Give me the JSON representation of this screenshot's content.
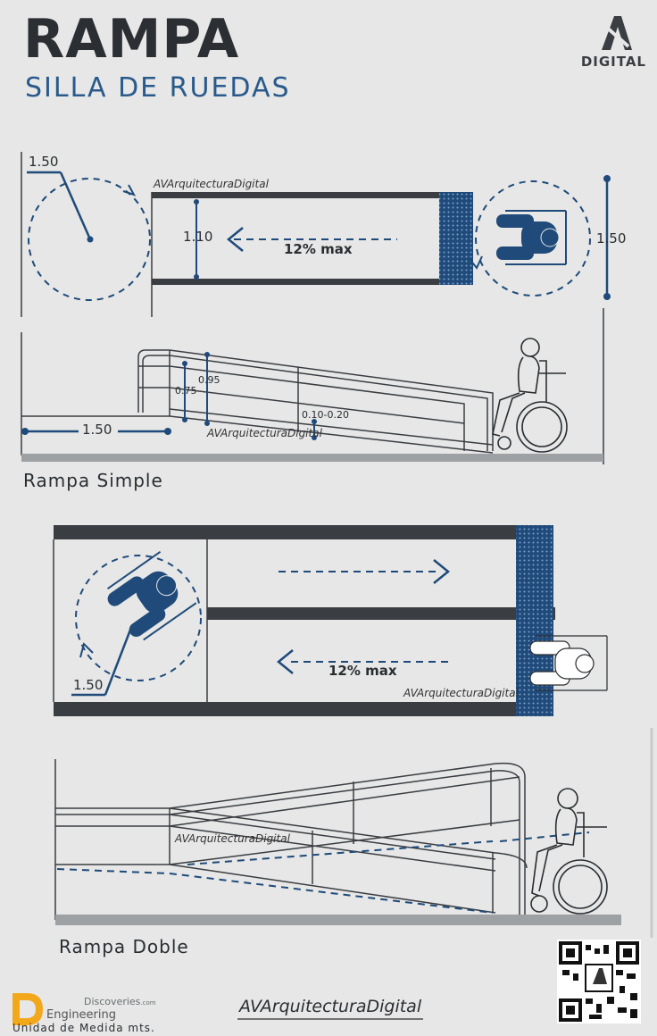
{
  "header": {
    "title": "RAMPA",
    "subtitle": "SILLA DE RUEDAS",
    "brand_name": "DIGITAL",
    "brand_mark": "A"
  },
  "colors": {
    "blue": "#1f4a7a",
    "dark": "#3a3d42",
    "background": "#e6e7e6"
  },
  "simple_plan": {
    "turn_diameter": "1.50",
    "ramp_width": "1.10",
    "slope": "12% max",
    "landing_width": "1.50",
    "watermark": "AVArquitecturaDigital"
  },
  "simple_elevation": {
    "landing_length": "1.50",
    "handrail_low": "0.75",
    "handrail_high": "0.95",
    "curb": "0.10-0.20",
    "watermark": "AVArquitecturaDigital",
    "caption": "Rampa Simple"
  },
  "double_plan": {
    "turn_diameter": "1.50",
    "slope": "12% max",
    "watermark": "AVArquitecturaDigital"
  },
  "double_elevation": {
    "watermark": "AVArquitecturaDigital",
    "caption": "Rampa Doble"
  },
  "footer": {
    "source_logo": "Discoveries",
    "source_logo_suffix": ".com",
    "source_name": "Engineering",
    "unit_note": "Unidad de Medida mts.",
    "signature": "AVArquitecturaDigital"
  }
}
